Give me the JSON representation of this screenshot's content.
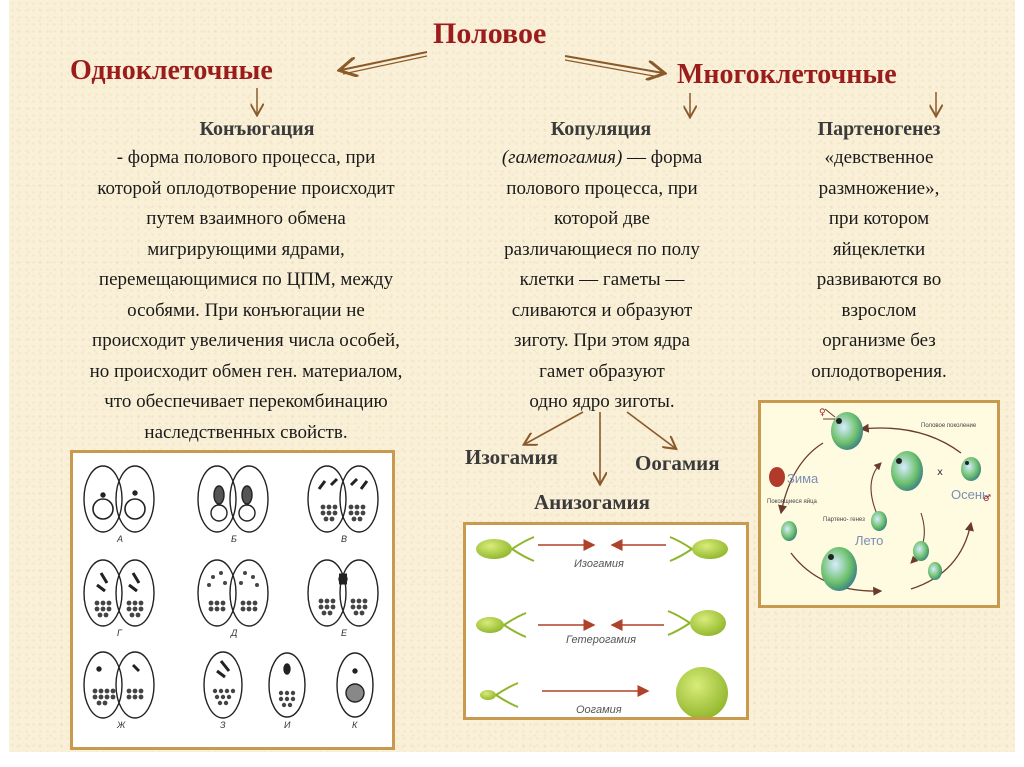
{
  "header": {
    "center_title": "Половое",
    "left_title": "Одноклеточные",
    "right_title": "Многоклеточные"
  },
  "conjugation": {
    "heading": "Конъюгация",
    "text": "- форма полового процесса, при\nкоторой оплодотворение происходит\nпутем взаимного обмена\nмигрирующими ядрами,\nперемещающимися по ЦПМ, между\nособями. При конъюгации не\nпроисходит увеличения числа особей,\nно происходит обмен ген. материалом,\nчто обеспечивает перекомбинацию\nнаследственных свойств."
  },
  "copulation": {
    "heading": "Копуляция",
    "text_italic": "(гаметогамия)",
    "text": " — форма\nполового процесса, при\nкоторой две\nразличающиеся по полу\nклетки — гаметы —\nсливаются и образуют\nзиготу. При этом ядра\nгамет образуют\nодно ядро зиготы."
  },
  "parthenogenesis": {
    "heading": "Партеногенез",
    "text": "«девственное\nразмножение»,\nпри котором\nяйцеклетки\nразвиваются во\nвзрослом\nорганизме без\nоплодотворения."
  },
  "types": {
    "isogamy": "Изогамия",
    "oogamy": "Оогамия",
    "anisogamy": "Анизогамия"
  },
  "conjugation_figure": {
    "labels": [
      "А",
      "Б",
      "В",
      "Г",
      "Д",
      "Е",
      "Ж",
      "З",
      "И",
      "К"
    ]
  },
  "gamete_figure": {
    "rows": [
      "Изогамия",
      "Гетерогамия",
      "Оогамия"
    ]
  },
  "cycle_figure": {
    "seasons": [
      "Зима",
      "Осень",
      "Лето"
    ],
    "small_labels": [
      "Половое\nпоколение",
      "Покоящиеся\nяйца",
      "Партено-\nгенез"
    ],
    "symbols": [
      "♀",
      "♂",
      "x"
    ]
  },
  "colors": {
    "title_red": "#9b1c1c",
    "arrow": "#8b5a2b",
    "panel_border": "#c79a4e",
    "background": "#f9f0d7",
    "gamete_green": "#a8cc3a"
  }
}
